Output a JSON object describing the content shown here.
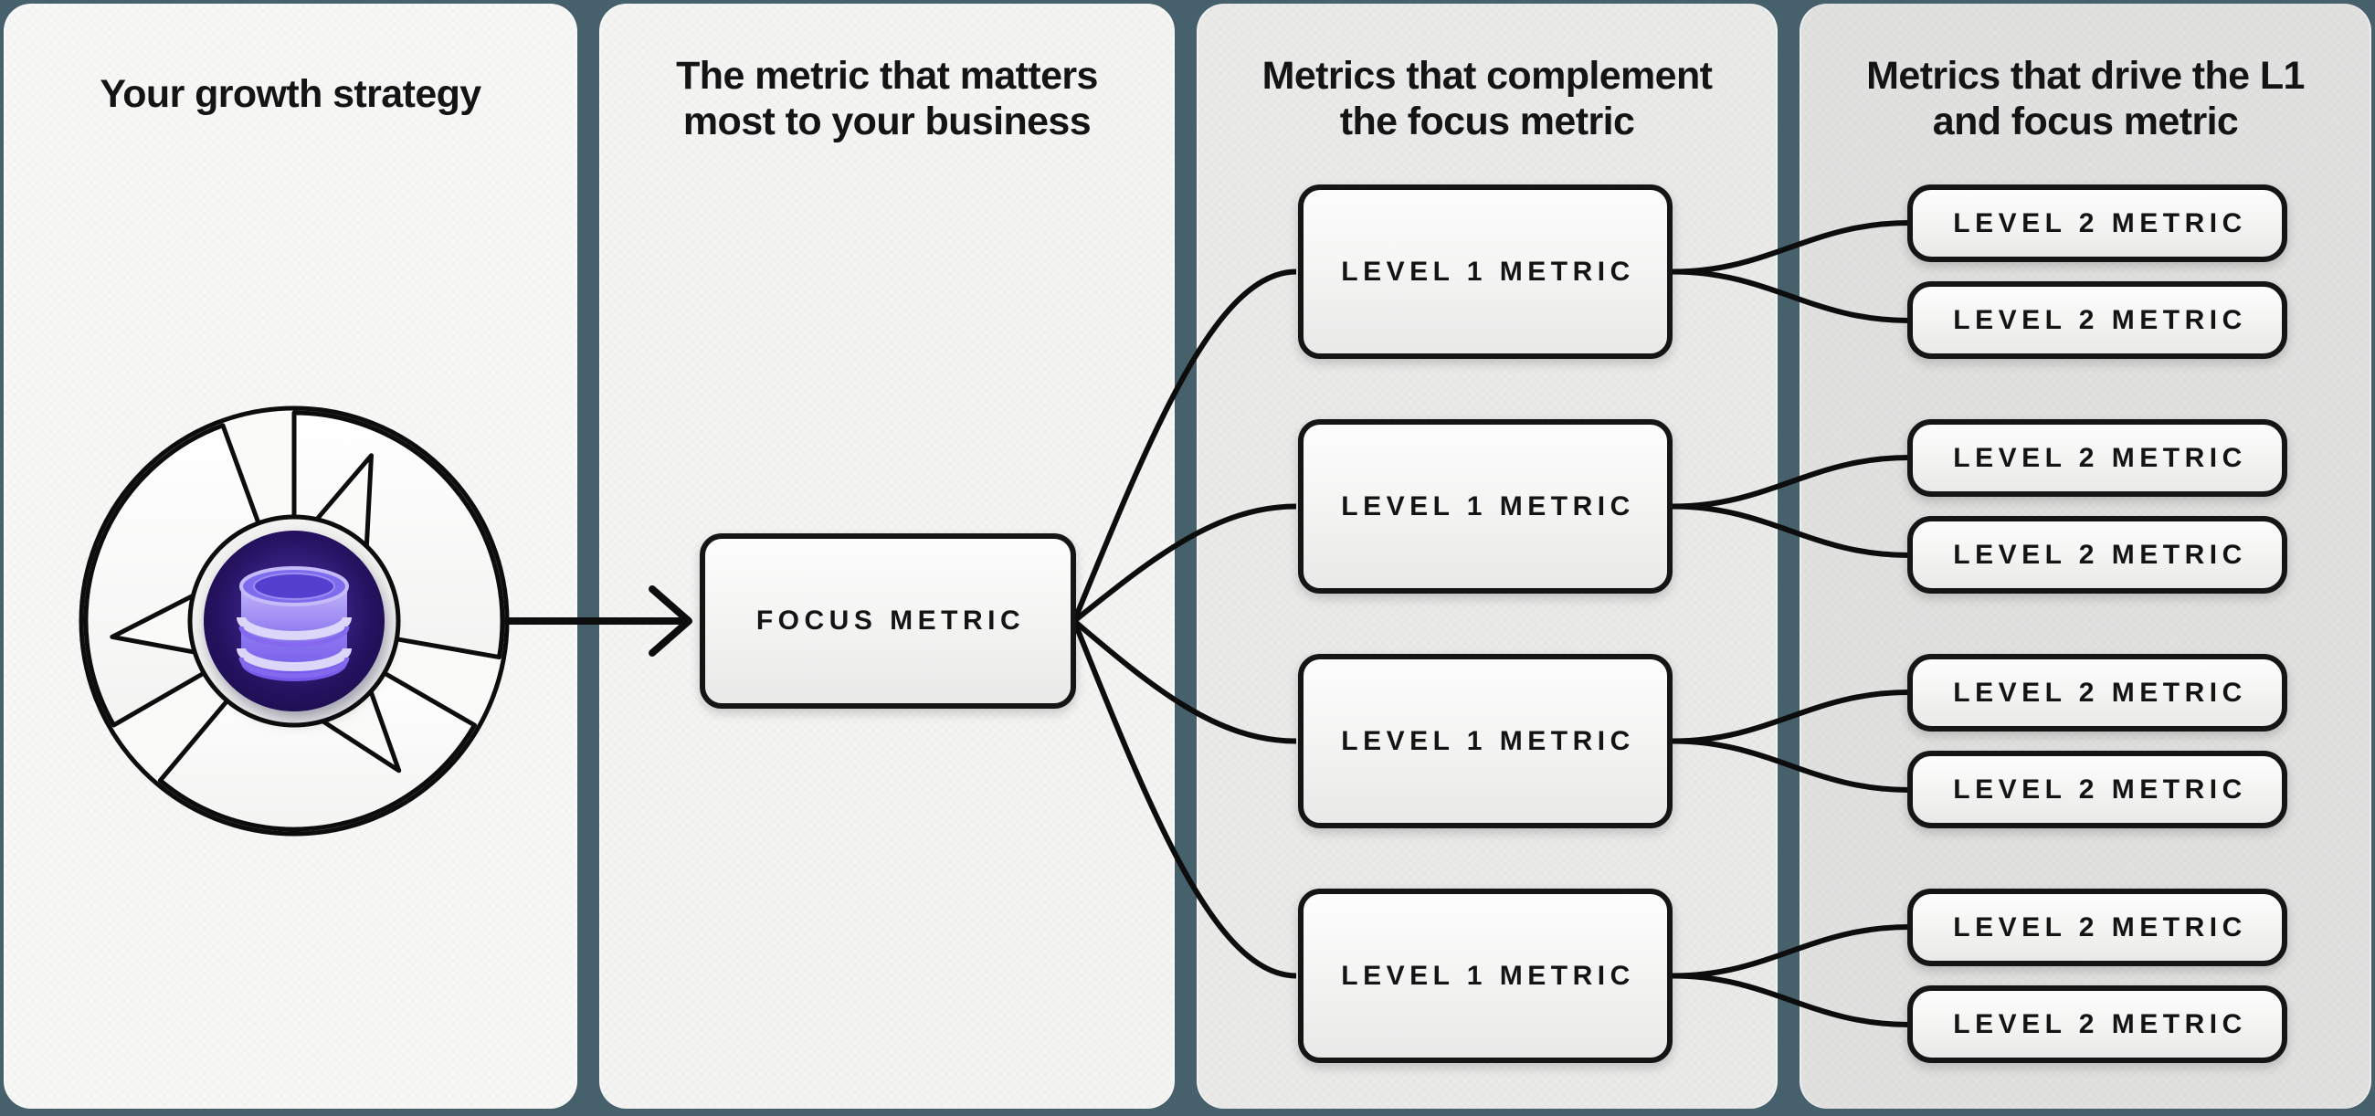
{
  "diagram": {
    "columns": [
      {
        "title_lines": [
          "Your growth strategy"
        ]
      },
      {
        "title_lines": [
          "The metric that matters",
          "most to your business"
        ]
      },
      {
        "title_lines": [
          "Metrics that complement",
          "the focus metric"
        ]
      },
      {
        "title_lines": [
          "Metrics that drive the L1",
          "and focus metric"
        ]
      }
    ],
    "focus_label": "FOCUS METRIC",
    "level1": [
      "LEVEL 1 METRIC",
      "LEVEL 1 METRIC",
      "LEVEL 1 METRIC",
      "LEVEL 1 METRIC"
    ],
    "level2": [
      "LEVEL 2 METRIC",
      "LEVEL 2 METRIC",
      "LEVEL 2 METRIC",
      "LEVEL 2 METRIC",
      "LEVEL 2 METRIC",
      "LEVEL 2 METRIC",
      "LEVEL 2 METRIC",
      "LEVEL 2 METRIC"
    ],
    "icons": {
      "flywheel": "flywheel-icon",
      "database": "database-icon",
      "arrow": "arrow-right-icon"
    },
    "colors": {
      "background": "#47616c",
      "panel1": "#f7f7f6",
      "panel2": "#f4f4f3",
      "panel3": "#eaeae9",
      "panel4": "#e1e1e0",
      "line": "#0d0d0d",
      "text": "#141414",
      "core_purple_center": "#4f35a6",
      "core_purple_edge": "#1c0d4e",
      "database_light": "#c3b5f8",
      "database_mid": "#8b76f0",
      "database_deep": "#7257e9"
    }
  }
}
